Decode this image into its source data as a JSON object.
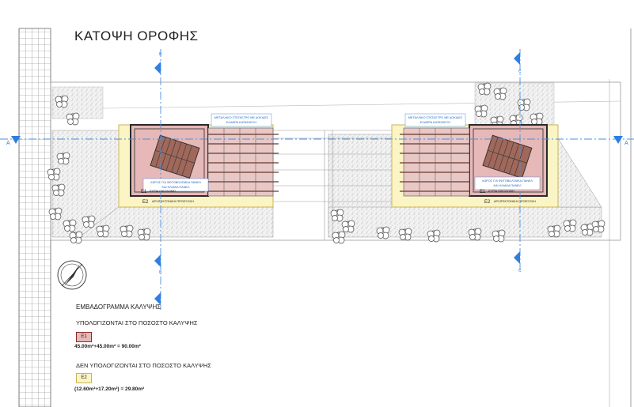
{
  "title": "ΚΑΤΟΨΗ ΟΡΟΦΗΣ",
  "section_marks": {
    "a_left": "A",
    "a_right": "A",
    "b_top": "B",
    "b_bottom": "B",
    "c_top": "C",
    "c_bottom": "C"
  },
  "left_building": {
    "pergola_note_line1": "ΜΕΤΑΛΛΙΚΟ ΣΤΕΓΑΣΤΡΟ ΜΕ ΔΟΚΙΔΕΣ",
    "pergola_note_line2": "ΕΛΑΦΡΑ ΚΑΤΑΣΚΕΥΗ",
    "solar_note_line1": "ΧΩΡΟΣ ΓΙΑ ΦΩΤΟΒΟΛΤΑΪΚΑ ΠΑΝΕΛ",
    "solar_note_line2": "ΚΑΙ ΗΛΙΑΚΑ ΠΑΝΕΛ",
    "e1_tag": "E1",
    "e1_label": "ΚΥΡΙΑ ΟΙΚΟΔΟΜΗ",
    "e2_tag": "E2",
    "e2_label": "ΑΡΧΙΤΕΚΤΟΝΙΚΗ ΠΡΟΕΞΟΧΗ"
  },
  "right_building": {
    "pergola_note_line1": "ΜΕΤΑΛΛΙΚΟ ΣΤΕΓΑΣΤΡΟ ΜΕ ΔΟΚΙΔΕΣ",
    "pergola_note_line2": "ΕΛΑΦΡΑ ΚΑΤΑΣΚΕΥΗ",
    "solar_note_line1": "ΧΩΡΟΣ ΓΙΑ ΦΩΤΟΒΟΛΤΑΪΚΑ ΠΑΝΕΛ",
    "solar_note_line2": "ΚΑΙ ΗΛΙΑΚΑ ΠΑΝΕΛ",
    "e1_tag": "E1",
    "e1_label": "ΚΥΡΙΑ ΟΙΚΟΔΟΜΗ",
    "e2_tag": "E2",
    "e2_label": "ΑΡΧΙΤΕΚΤΟΝΙΚΗ ΠΡΟΕΞΟΧΗ"
  },
  "legend": {
    "heading": "ΕΜΒΑΔΟΓΡΑΜΜΑ ΚΑΛΥΨΗΣ",
    "included_heading": "ΥΠΟΛΟΓΙΖΟΝΤΑΙ ΣΤΟ ΠΟΣΟΣΤΟ ΚΑΛΥΨΗΣ",
    "e1_tag": "E1",
    "e1_formula": "45.00m²+45.00m² = 90.00m²",
    "excluded_heading": "ΔΕΝ ΥΠΟΛΟΓΙΖΟΝΤΑΙ ΣΤΟ ΠΟΣΟΣΤΟ ΚΑΛΥΨΗΣ",
    "e2_tag": "E2",
    "e2_formula": "(12.60m²+17.20m²) = 29.80m²"
  },
  "colors": {
    "e1_fill": "#e6b8b8",
    "e1_border": "#8b2a2a",
    "e2_fill": "#fbf4c4",
    "e2_border": "#c9b65a",
    "section_line": "#4a90e2",
    "section_marker": "#2f7fe0",
    "note_text": "#1a5fbf"
  },
  "icons": {
    "north_arrow": "north-arrow-icon",
    "section_marker": "section-marker-icon",
    "tree": "tree-icon"
  }
}
